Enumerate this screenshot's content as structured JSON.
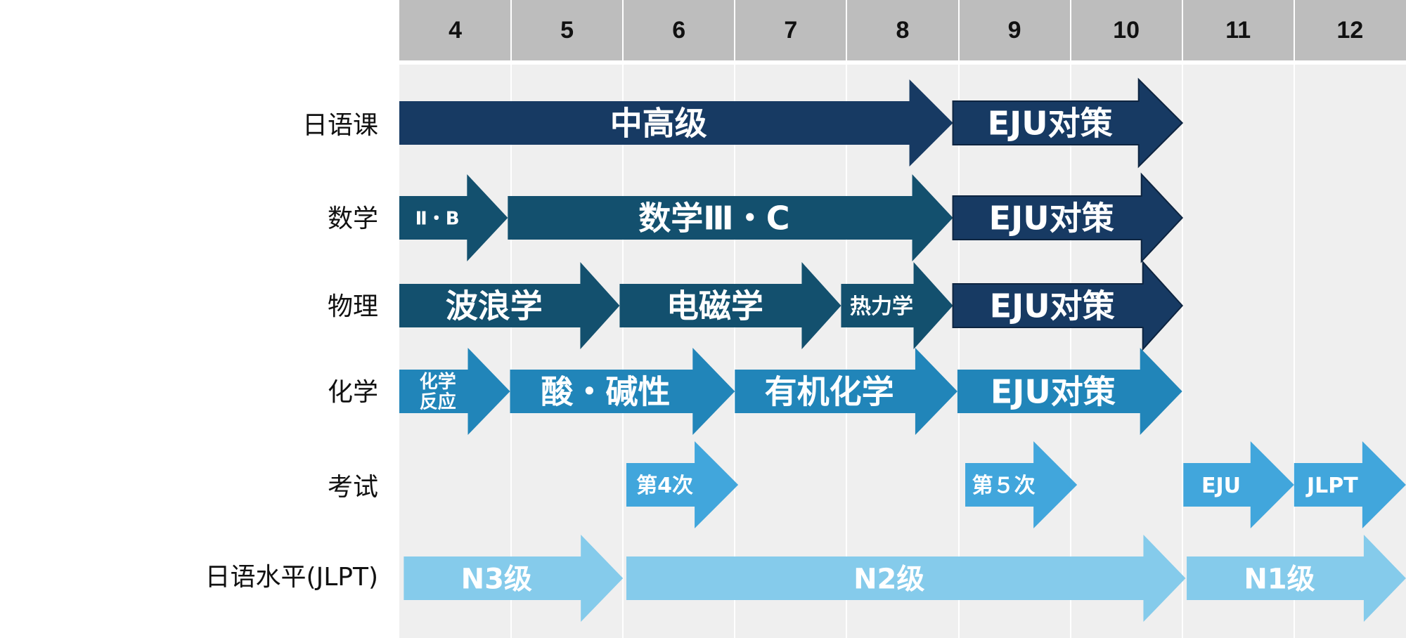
{
  "months": [
    "4",
    "5",
    "6",
    "7",
    "8",
    "9",
    "10",
    "11",
    "12"
  ],
  "rows": [
    {
      "label": "日语课",
      "segments": [
        {
          "text": "中高级",
          "start": 4,
          "end": 8.95,
          "color": "#173a63",
          "outlined": false
        },
        {
          "text": "EJU对策",
          "start": 8.95,
          "end": 11,
          "color": "#173a63",
          "outlined": true
        }
      ]
    },
    {
      "label": "数学",
      "segments": [
        {
          "text": "Ⅱ・B",
          "start": 4,
          "end": 4.97,
          "color": "#13506e",
          "outlined": false
        },
        {
          "text": "数学Ⅲ・C",
          "start": 4.97,
          "end": 8.95,
          "color": "#13506e",
          "outlined": false
        },
        {
          "text": "EJU对策",
          "start": 8.95,
          "end": 11,
          "color": "#173a63",
          "outlined": true
        }
      ]
    },
    {
      "label": "物理",
      "segments": [
        {
          "text": "波浪学",
          "start": 4,
          "end": 5.97,
          "color": "#13506e",
          "outlined": false
        },
        {
          "text": "电磁学",
          "start": 5.97,
          "end": 7.95,
          "color": "#13506e",
          "outlined": false
        },
        {
          "text": "热力学",
          "start": 7.95,
          "end": 8.95,
          "color": "#13506e",
          "outlined": false
        },
        {
          "text": "EJU对策",
          "start": 8.95,
          "end": 11,
          "color": "#173a63",
          "outlined": true
        }
      ]
    },
    {
      "label": "化学",
      "segments": [
        {
          "text": "化学\n反应",
          "start": 4,
          "end": 4.99,
          "color": "#2185b9",
          "outlined": false
        },
        {
          "text": "酸・碱性",
          "start": 4.99,
          "end": 7,
          "color": "#2185b9",
          "outlined": false
        },
        {
          "text": "有机化学",
          "start": 7,
          "end": 8.99,
          "color": "#2185b9",
          "outlined": false
        },
        {
          "text": "EJU对策",
          "start": 8.99,
          "end": 11,
          "color": "#2185b9",
          "outlined": false
        }
      ]
    },
    {
      "label": "考试",
      "segments": [
        {
          "text": "第4次",
          "start": 6.03,
          "end": 7.03,
          "color": "#41a6dc",
          "outlined": false
        },
        {
          "text": "第５次",
          "start": 9.06,
          "end": 10.06,
          "color": "#41a6dc",
          "outlined": false
        },
        {
          "text": "EJU",
          "start": 11.01,
          "end": 12,
          "color": "#41a6dc",
          "outlined": false
        },
        {
          "text": "JLPT",
          "start": 12,
          "end": 13,
          "color": "#41a6dc",
          "outlined": false
        }
      ]
    },
    {
      "label": "日语水平(JLPT)",
      "segments": [
        {
          "text": "N3级",
          "start": 4.04,
          "end": 6,
          "color": "#85cbeb",
          "outlined": false
        },
        {
          "text": "N2级",
          "start": 6.03,
          "end": 11.03,
          "color": "#85cbeb",
          "outlined": false
        },
        {
          "text": "N1级",
          "start": 11.04,
          "end": 13,
          "color": "#85cbeb",
          "outlined": false
        }
      ]
    }
  ]
}
